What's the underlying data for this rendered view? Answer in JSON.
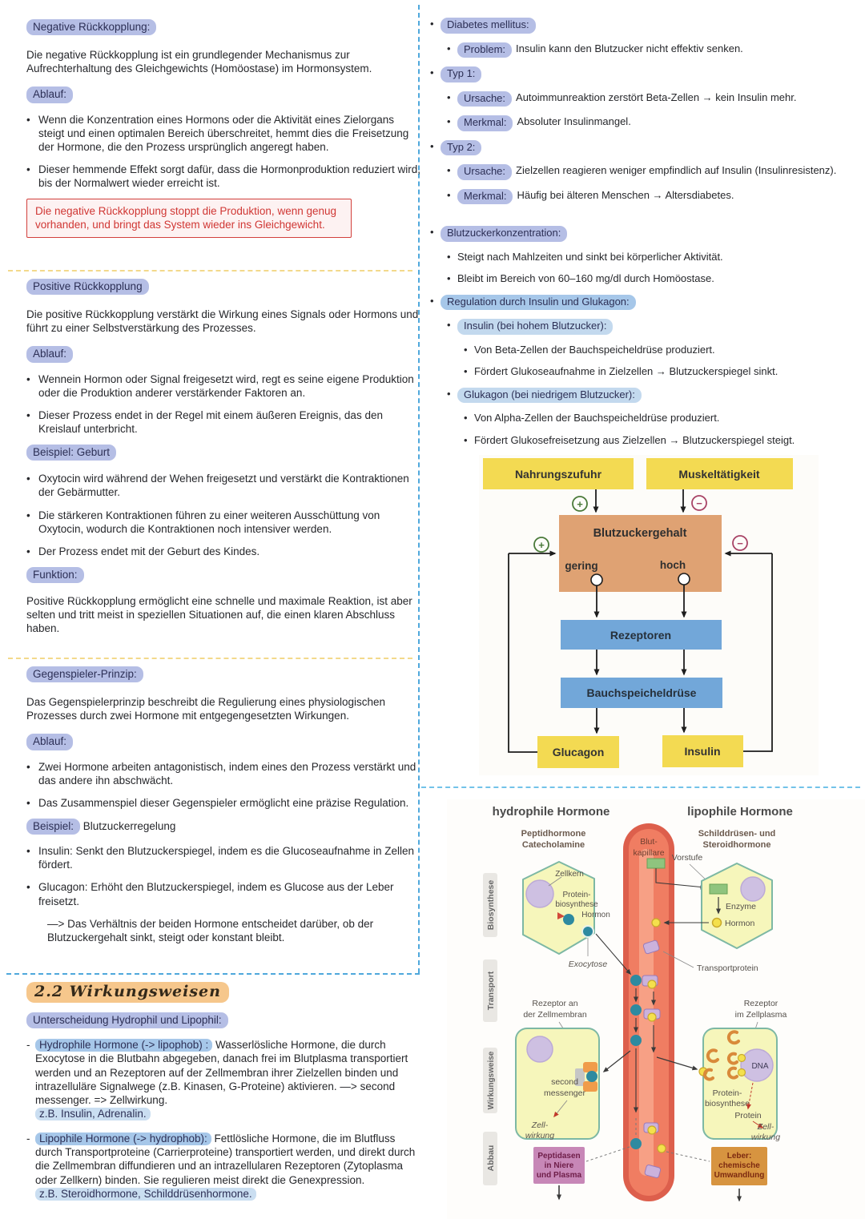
{
  "marks": {
    "bullet": "•",
    "dash": "-"
  },
  "colors": {
    "highlight_lavender": "#b5bee5",
    "highlight_blue": "#a6c7e9",
    "highlight_lightblue": "#c3d9ee",
    "highlight_orange": "#f6c78c",
    "note_red": "#d2403c",
    "divider_blue": "#4fa8dc",
    "divider_yellow": "#f3d98b",
    "flow_yellow": "#f3da52",
    "flow_orange": "#dfa273",
    "flow_blue": "#72a7d9",
    "plus_green": "#4a7a3a",
    "minus_red": "#a84366"
  },
  "left": {
    "sec1": {
      "title": "Negative Rückkopplung:",
      "para": "Die negative Rückkopplung ist ein grundlegender Mechanismus zur Aufrechterhaltung des Gleichgewichts (Homöostase) im Hormonsystem.",
      "ablauf": "Ablauf:",
      "bullets": [
        "Wenn die Konzentration eines Hormons oder die Aktivität eines Zielorgans steigt und einen optimalen Bereich überschreitet, hemmt dies die Freisetzung der Hormone, die den Prozess ursprünglich angeregt haben.",
        "Dieser hemmende Effekt sorgt dafür, dass die Hormonproduktion reduziert wird, bis der Normalwert wieder erreicht ist."
      ],
      "note": "Die negative Rückkopplung stoppt die Produktion, wenn genug vorhanden, und bringt das System wieder ins Gleichgewicht."
    },
    "sec2": {
      "title": "Positive Rückkopplung",
      "para": "Die positive Rückkopplung verstärkt die Wirkung eines Signals oder Hormons und führt zu einer Selbstverstärkung des Prozesses.",
      "ablauf": "Ablauf:",
      "bullets": [
        "Wennein Hormon oder Signal freigesetzt wird, regt es seine eigene Produktion oder die Produktion anderer verstärkender Faktoren an.",
        "Dieser Prozess endet in der Regel mit einem äußeren Ereignis, das den Kreislauf unterbricht."
      ],
      "beispiel_title": "Beispiel: Geburt",
      "beispiel_bullets": [
        "Oxytocin wird während der Wehen freigesetzt und verstärkt die Kontraktionen der Gebärmutter.",
        "Die stärkeren Kontraktionen führen zu einer weiteren Ausschüttung von Oxytocin, wodurch die Kontraktionen noch intensiver werden.",
        "Der Prozess endet mit der Geburt des Kindes."
      ],
      "funktion_title": "Funktion:",
      "funktion_para": "Positive Rückkopplung ermöglicht eine schnelle und maximale Reaktion, ist aber selten und tritt meist in speziellen Situationen auf, die einen klaren Abschluss haben."
    },
    "sec3": {
      "title": "Gegenspieler-Prinzip:",
      "para": "Das Gegenspielerprinzip beschreibt die Regulierung eines physiologischen Prozesses durch zwei Hormone mit entgegengesetzten Wirkungen.",
      "ablauf": "Ablauf:",
      "bullets": [
        "Zwei Hormone arbeiten antagonistisch, indem eines den Prozess verstärkt und das andere ihn abschwächt.",
        "Das Zusammenspiel dieser Gegenspieler ermöglicht eine präzise Regulation."
      ],
      "beispiel_tag": "Beispiel:",
      "beispiel_rest": "Blutzuckerregelung",
      "beispiel_bullets": [
        "Insulin: Senkt den Blutzuckerspiegel, indem es die Glucoseaufnahme in Zellen fördert.",
        "Glucagon: Erhöht den Blutzuckerspiegel, indem es Glucose aus der Leber freisetzt."
      ],
      "arrow_note": "—> Das Verhältnis der beiden Hormone entscheidet darüber, ob der Blutzuckergehalt sinkt, steigt oder konstant bleibt."
    },
    "sec4": {
      "title": "2.2 Wirkungsweisen",
      "subtitle": "Unterscheidung Hydrophil und Lipophil:",
      "items": [
        {
          "tag": "Hydrophile Hormone (-> lipophob) :",
          "text": "Wasserlösliche Hormone, die durch Exocytose in die Blutbahn abgegeben, danach frei im Blutplasma transportiert werden und an Rezeptoren auf der Zellmembran ihrer Zielzellen binden und intrazelluläre Signalwege (z.B. Kinasen, G-Proteine) aktivieren. —> second messenger. => Zellwirkung.",
          "zb": "z.B. Insulin, Adrenalin."
        },
        {
          "tag": "Lipophile Hormone (-> hydrophob):",
          "text": "Fettlösliche Hormone, die im Blutfluss durch Transportproteine (Carrierproteine) transportiert werden, und direkt durch die Zellmembran diffundieren und an intrazellularen Rezeptoren (Zytoplasma oder Zellkern) binden. Sie regulieren meist direkt die Genexpression.",
          "zb": "z.B. Steroidhormone, Schilddrüsenhormone."
        }
      ]
    }
  },
  "right": {
    "items": [
      {
        "tag": "Diabetes mellitus:"
      },
      {
        "tag": "Problem:",
        "rest": "Insulin kann den Blutzucker nicht effektiv senken."
      },
      {
        "tag": "Typ 1:"
      },
      {
        "tag": "Ursache:",
        "rest": "Autoimmunreaktion zerstört Beta-Zellen → kein Insulin mehr."
      },
      {
        "tag": "Merkmal:",
        "rest": "Absoluter Insulinmangel."
      },
      {
        "tag": "Typ 2:"
      },
      {
        "tag": "Ursache:",
        "rest": "Zielzellen reagieren weniger empfindlich auf Insulin (Insulinresistenz)."
      },
      {
        "tag": "Merkmal:",
        "rest": "Häufig bei älteren Menschen → Altersdiabetes."
      },
      {
        "tag": "Blutzuckerkonzentration:"
      },
      {
        "rest": "Steigt nach Mahlzeiten und sinkt bei körperlicher Aktivität."
      },
      {
        "rest": "Bleibt im Bereich von 60–160 mg/dl durch Homöostase."
      },
      {
        "tag": "Regulation durch Insulin und Glukagon:"
      },
      {
        "tag": "Insulin (bei hohem Blutzucker):"
      },
      {
        "rest": "Von Beta-Zellen der Bauchspeicheldrüse produziert."
      },
      {
        "rest": "Fördert Glukoseaufnahme in Zielzellen → Blutzuckerspiegel sinkt."
      },
      {
        "tag": "Glukagon (bei niedrigem Blutzucker):"
      },
      {
        "rest": "Von Alpha-Zellen der Bauchspeicheldrüse produziert."
      },
      {
        "rest": "Fördert Glukosefreisetzung aus Zielzellen → Blutzuckerspiegel steigt."
      }
    ]
  },
  "flowchart": {
    "nahrungszufuhr": "Nahrungszufuhr",
    "muskeltaetigkeit": "Muskeltätigkeit",
    "blutzuckergehalt": "Blutzuckergehalt",
    "gering": "gering",
    "hoch": "hoch",
    "rezeptoren": "Rezeptoren",
    "bauchspeicheldruese": "Bauchspeicheldrüse",
    "glucagon": "Glucagon",
    "insulin": "Insulin",
    "plus": "+",
    "minus": "−"
  },
  "diagram": {
    "title_left": "hydrophile Hormone",
    "title_right": "lipophile Hormone",
    "sub_left": [
      "Peptidhormone",
      "Catecholamine"
    ],
    "sub_right": [
      "Schilddrüsen- und",
      "Steroidhormone"
    ],
    "capillary": [
      "Blut-",
      "kapillare"
    ],
    "stages": [
      "Biosynthese",
      "Transport",
      "Wirkungsweise",
      "Abbau"
    ],
    "zellkern": "Zellkern",
    "protein_biosynthese_l": [
      "Protein-",
      "biosynthese"
    ],
    "hormon_l": "Hormon",
    "exocytose": "Exocytose",
    "vorstufe": "Vorstufe",
    "enzyme": "Enzyme",
    "hormon_r": "Hormon",
    "transportprotein": "Transportprotein",
    "rezeptor_membran": [
      "Rezeptor an",
      "der Zellmembran"
    ],
    "rezeptor_plasma": [
      "Rezeptor",
      "im Zellplasma"
    ],
    "second_messenger": [
      "second",
      "messenger"
    ],
    "zellwirkung_l": [
      "Zell-",
      "wirkung"
    ],
    "dna": "DNA",
    "protein_biosynthese_r": [
      "Protein-",
      "biosynthese"
    ],
    "protein": "Protein",
    "zellwirkung_r": [
      "Zell-",
      "wirkung"
    ],
    "peptidasen": [
      "Peptidasen",
      "in Niere",
      "und Plasma"
    ],
    "leber": [
      "Leber:",
      "chemische",
      "Umwandlung"
    ]
  }
}
